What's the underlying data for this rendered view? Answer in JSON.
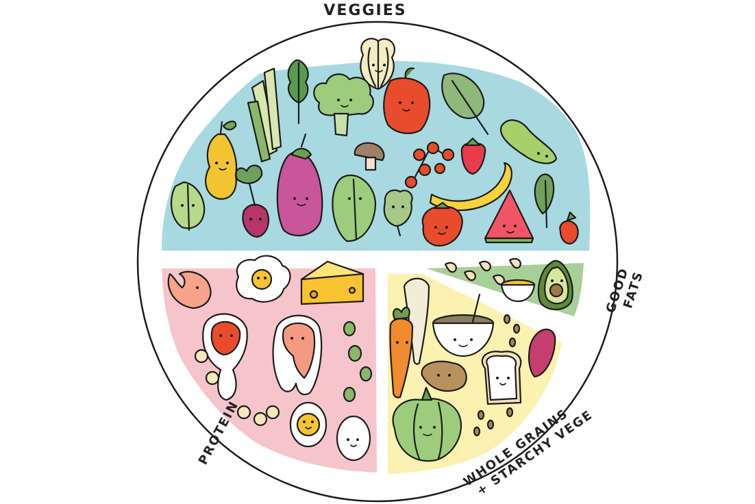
{
  "sections": [
    {
      "key": "veggies",
      "label": "VEGGIES",
      "color": "#a8d9e0"
    },
    {
      "key": "protein",
      "label": "PROTEIN",
      "color": "#f6c4cb"
    },
    {
      "key": "grains",
      "label_lines": [
        "WHOLE GRAINS",
        "+ STARCHY VEGE"
      ],
      "color": "#fbf1b0"
    },
    {
      "key": "fats",
      "label_lines": [
        "GOOD",
        "FATS"
      ],
      "color": "#a9cf98"
    }
  ],
  "plate": {
    "rim_color": "#1b1b1b"
  },
  "items": {
    "veggies": [
      "pear-icon",
      "asparagus-icon",
      "kale-icon",
      "onion-icon",
      "broccoli-icon",
      "bell-pepper-icon",
      "chard-icon",
      "zucchini-icon",
      "lettuce-left-icon",
      "radish-icon",
      "eggplant-icon",
      "mushroom-icon",
      "cherry-tomatoes-icon",
      "strawberry-icon",
      "romaine-icon",
      "artichoke-icon",
      "banana-icon",
      "tomato-icon",
      "watermelon-icon",
      "arugula-icon",
      "small-radish-icon"
    ],
    "protein": [
      "shrimp-icon",
      "fried-egg-icon",
      "cheese-icon",
      "steak-icon",
      "salmon-icon",
      "chickpeas-icon",
      "edamame-icon",
      "boiled-egg-icon",
      "whole-egg-icon"
    ],
    "grains": [
      "parsnip-icon",
      "carrot-icon",
      "oat-bowl-icon",
      "potato-icon",
      "bread-icon",
      "sweet-potato-icon",
      "pumpkin-icon",
      "seeds-icon"
    ],
    "fats": [
      "cashews-icon",
      "oil-bowl-icon",
      "avocado-icon"
    ]
  }
}
